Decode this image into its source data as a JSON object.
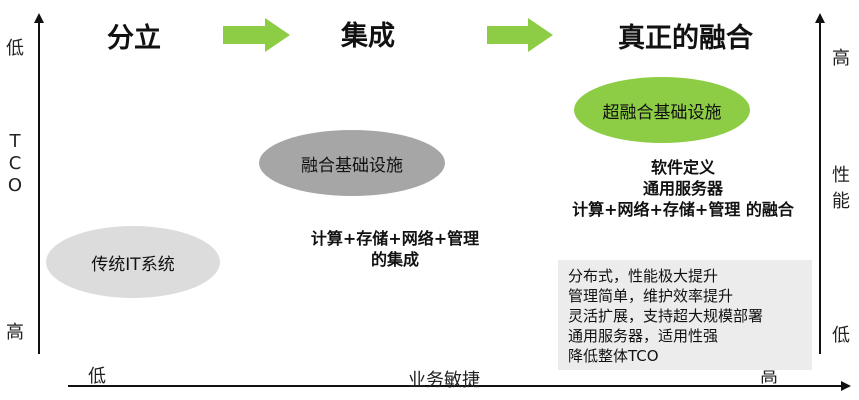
{
  "stages": {
    "separate": "分立",
    "integrated": "集成",
    "converged": "真正的融合"
  },
  "left_axis": {
    "top": "低",
    "metric_chars": [
      "T",
      "C",
      "O"
    ],
    "bottom": "高"
  },
  "right_axis": {
    "top": "高",
    "metric_chars": [
      "性",
      "能"
    ],
    "bottom": "低"
  },
  "bottom_axis": {
    "left": "低",
    "center": "业务敏捷",
    "right": "高"
  },
  "nodes": {
    "traditional": "传统IT系统",
    "converged_infra": "融合基础设施",
    "hyper_converged": "超融合基础设施"
  },
  "captions": {
    "integrated_line1": "计算+存储+网络+管理",
    "integrated_line2": "的集成",
    "converged_line1": "软件定义",
    "converged_line2": "通用服务器",
    "converged_line3": "计算+网络+存储+管理 的融合"
  },
  "features": [
    "分布式，性能极大提升",
    "管理简单，维护效率提升",
    "灵活扩展，支持超大规模部署",
    "通用服务器，适用性强",
    "降低整体TCO"
  ],
  "colors": {
    "arrow_green": "#8dcd45",
    "node_light_gray": "#dcdcdc",
    "node_dark_gray": "#a6a6a6",
    "node_green": "#8dcd45",
    "feature_bg": "#ececec"
  }
}
